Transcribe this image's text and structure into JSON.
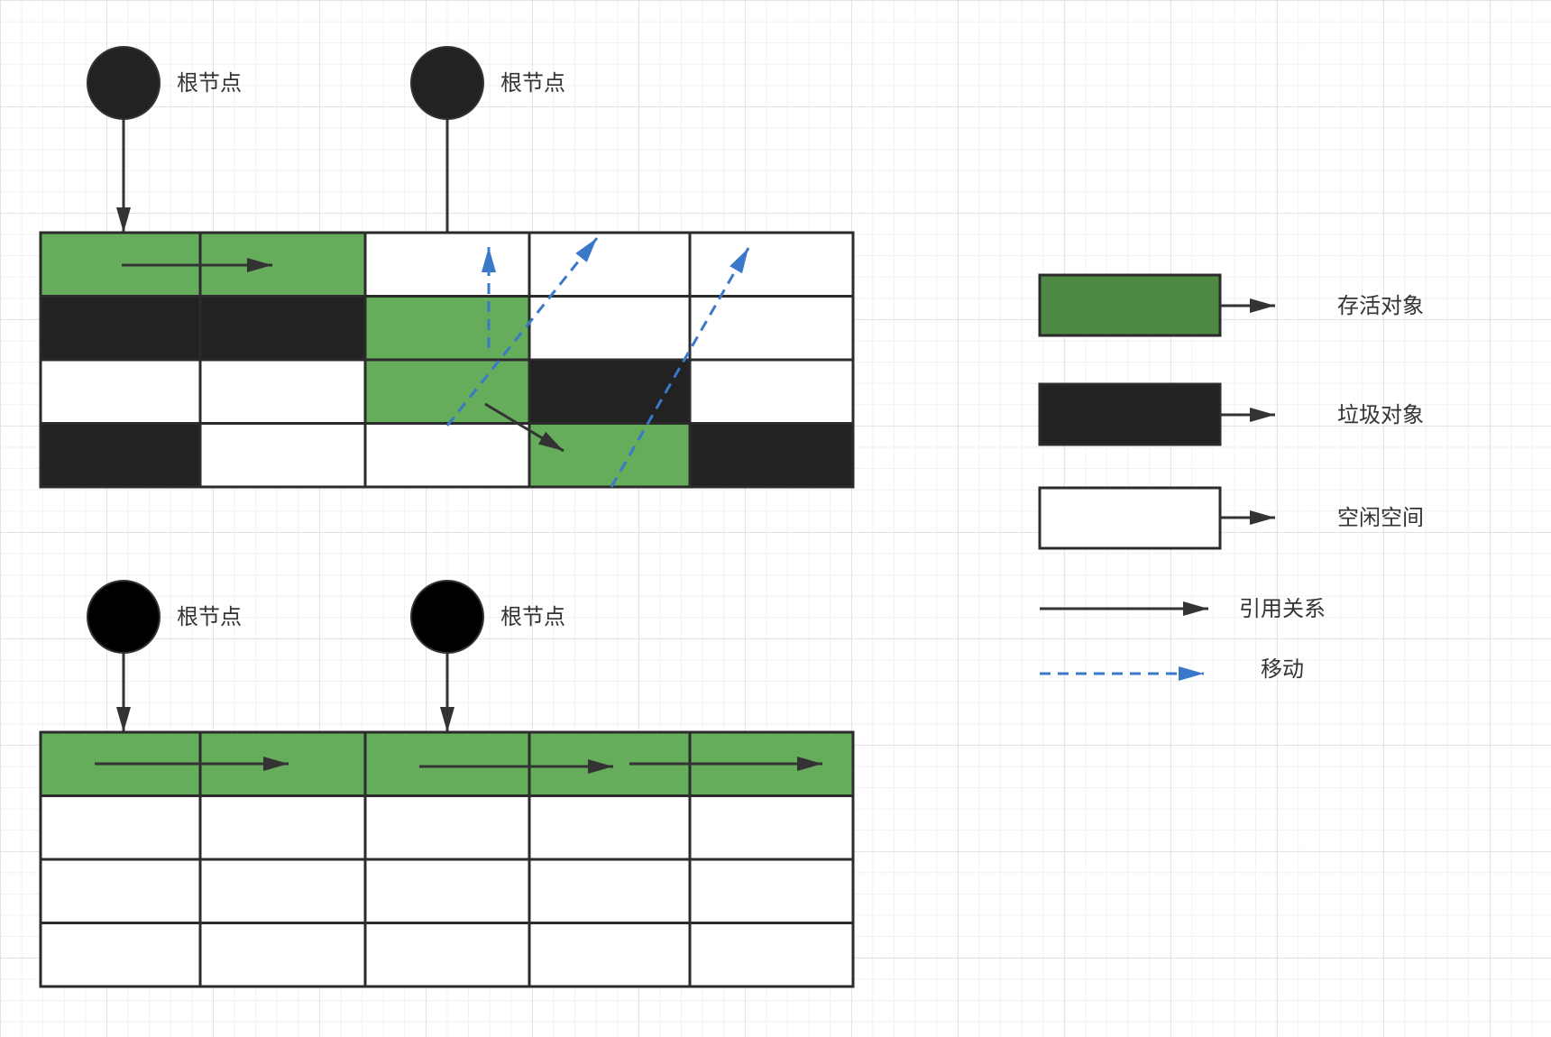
{
  "colors": {
    "live": "#65ad5b",
    "live_legend": "#4f8a45",
    "garbage": "#222222",
    "free": "#ffffff",
    "border": "#2b2b2b",
    "reference": "#333333",
    "move": "#3a78c9",
    "text": "#333333"
  },
  "root_label": "根节点",
  "before": {
    "rows": [
      [
        "live",
        "live",
        "free",
        "free",
        "free"
      ],
      [
        "garbage",
        "garbage",
        "live",
        "free",
        "free"
      ],
      [
        "free",
        "free",
        "live",
        "garbage",
        "free"
      ],
      [
        "garbage",
        "free",
        "free",
        "live",
        "garbage"
      ]
    ],
    "merged_cells": [
      [
        0,
        0,
        0,
        1
      ],
      [
        1,
        0,
        1,
        1
      ]
    ]
  },
  "after": {
    "rows": [
      [
        "live",
        "live",
        "live",
        "live",
        "live"
      ],
      [
        "free",
        "free",
        "free",
        "free",
        "free"
      ],
      [
        "free",
        "free",
        "free",
        "free",
        "free"
      ],
      [
        "free",
        "free",
        "free",
        "free",
        "free"
      ]
    ]
  },
  "legend": {
    "live_label": "存活对象",
    "garbage_label": "垃圾对象",
    "free_label": "空闲空间",
    "reference_label": "引用关系",
    "move_label": "移动"
  }
}
